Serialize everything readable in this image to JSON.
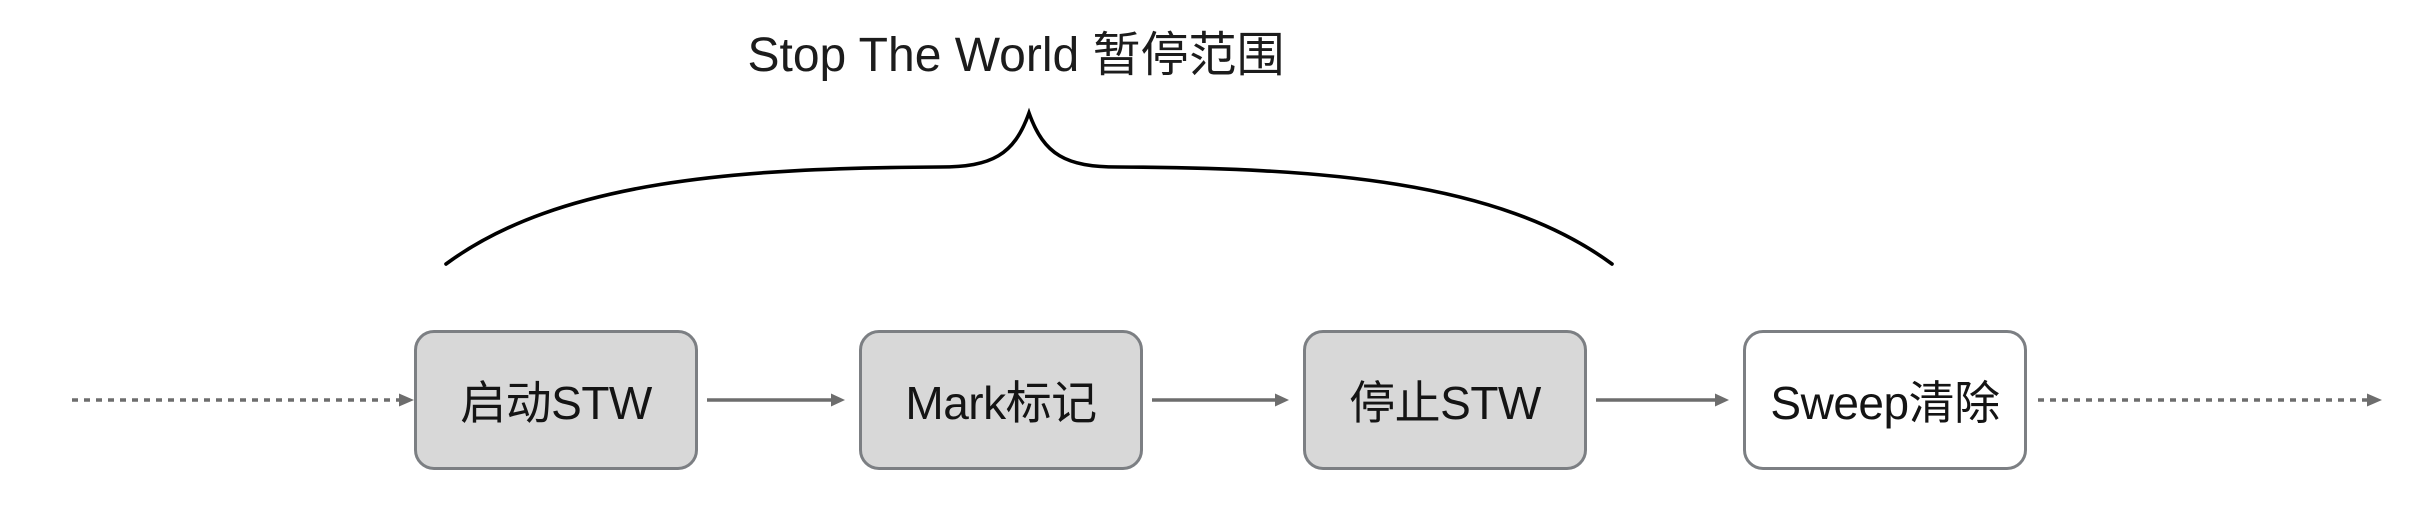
{
  "title": "Stop The World 暂停范围",
  "nodes": [
    {
      "label": "启动STW",
      "filled": true
    },
    {
      "label": "Mark标记",
      "filled": true
    },
    {
      "label": "停止STW",
      "filled": true
    },
    {
      "label": "Sweep清除",
      "filled": false
    }
  ],
  "colors": {
    "box_fill": "#d8d8d8",
    "box_border": "#7c7f83",
    "arrow": "#6d6d6d",
    "brace": "#000000",
    "title_text": "#1c1c1c",
    "node_text": "#141414"
  }
}
